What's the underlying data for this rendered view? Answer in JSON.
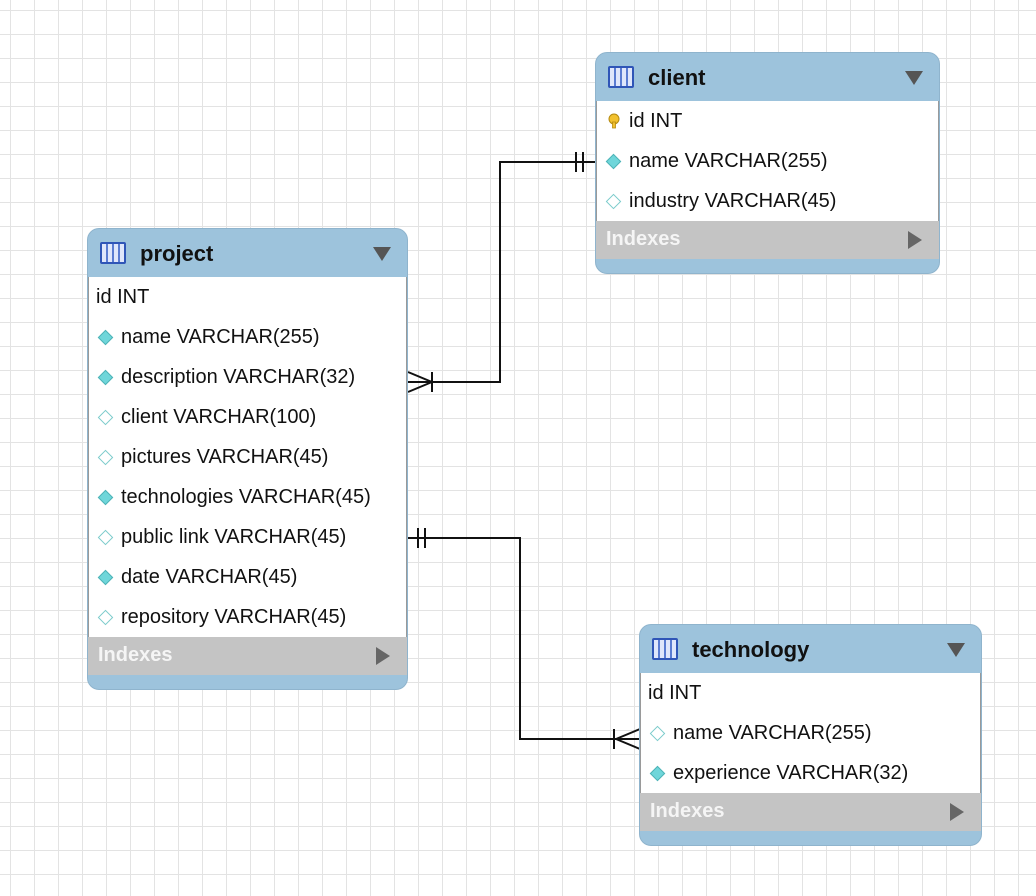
{
  "tables": {
    "client": {
      "name": "client",
      "columns": [
        {
          "label": "id INT",
          "marker": "key-icon"
        },
        {
          "label": "name VARCHAR(255)",
          "marker": "filled-diamond-icon"
        },
        {
          "label": "industry VARCHAR(45)",
          "marker": "hollow-diamond-icon"
        }
      ],
      "indexes_label": "Indexes"
    },
    "project": {
      "name": "project",
      "columns": [
        {
          "label": "id INT",
          "marker": "none"
        },
        {
          "label": "name VARCHAR(255)",
          "marker": "filled-diamond-icon"
        },
        {
          "label": "description VARCHAR(32)",
          "marker": "filled-diamond-icon"
        },
        {
          "label": "client VARCHAR(100)",
          "marker": "hollow-diamond-icon"
        },
        {
          "label": "pictures VARCHAR(45)",
          "marker": "hollow-diamond-icon"
        },
        {
          "label": "technologies VARCHAR(45)",
          "marker": "filled-diamond-icon"
        },
        {
          "label": "public link VARCHAR(45)",
          "marker": "hollow-diamond-icon"
        },
        {
          "label": "date VARCHAR(45)",
          "marker": "filled-diamond-icon"
        },
        {
          "label": "repository VARCHAR(45)",
          "marker": "hollow-diamond-icon"
        }
      ],
      "indexes_label": "Indexes"
    },
    "technology": {
      "name": "technology",
      "columns": [
        {
          "label": "id INT",
          "marker": "none"
        },
        {
          "label": "name VARCHAR(255)",
          "marker": "hollow-diamond-icon"
        },
        {
          "label": "experience VARCHAR(32)",
          "marker": "filled-diamond-icon"
        }
      ],
      "indexes_label": "Indexes"
    }
  },
  "relationships": [
    {
      "from": "project.description",
      "to": "client.name",
      "from_cardinality": "many",
      "to_cardinality": "one"
    },
    {
      "from": "project.public link",
      "to": "technology",
      "from_cardinality": "one",
      "to_cardinality": "one-or-many"
    }
  ],
  "colors": {
    "header": "#9dc3dc",
    "indexes_bar": "#c4c4c4",
    "key": "#f2c12e",
    "filled_diamond": "#6fd6da",
    "line": "#111111"
  }
}
